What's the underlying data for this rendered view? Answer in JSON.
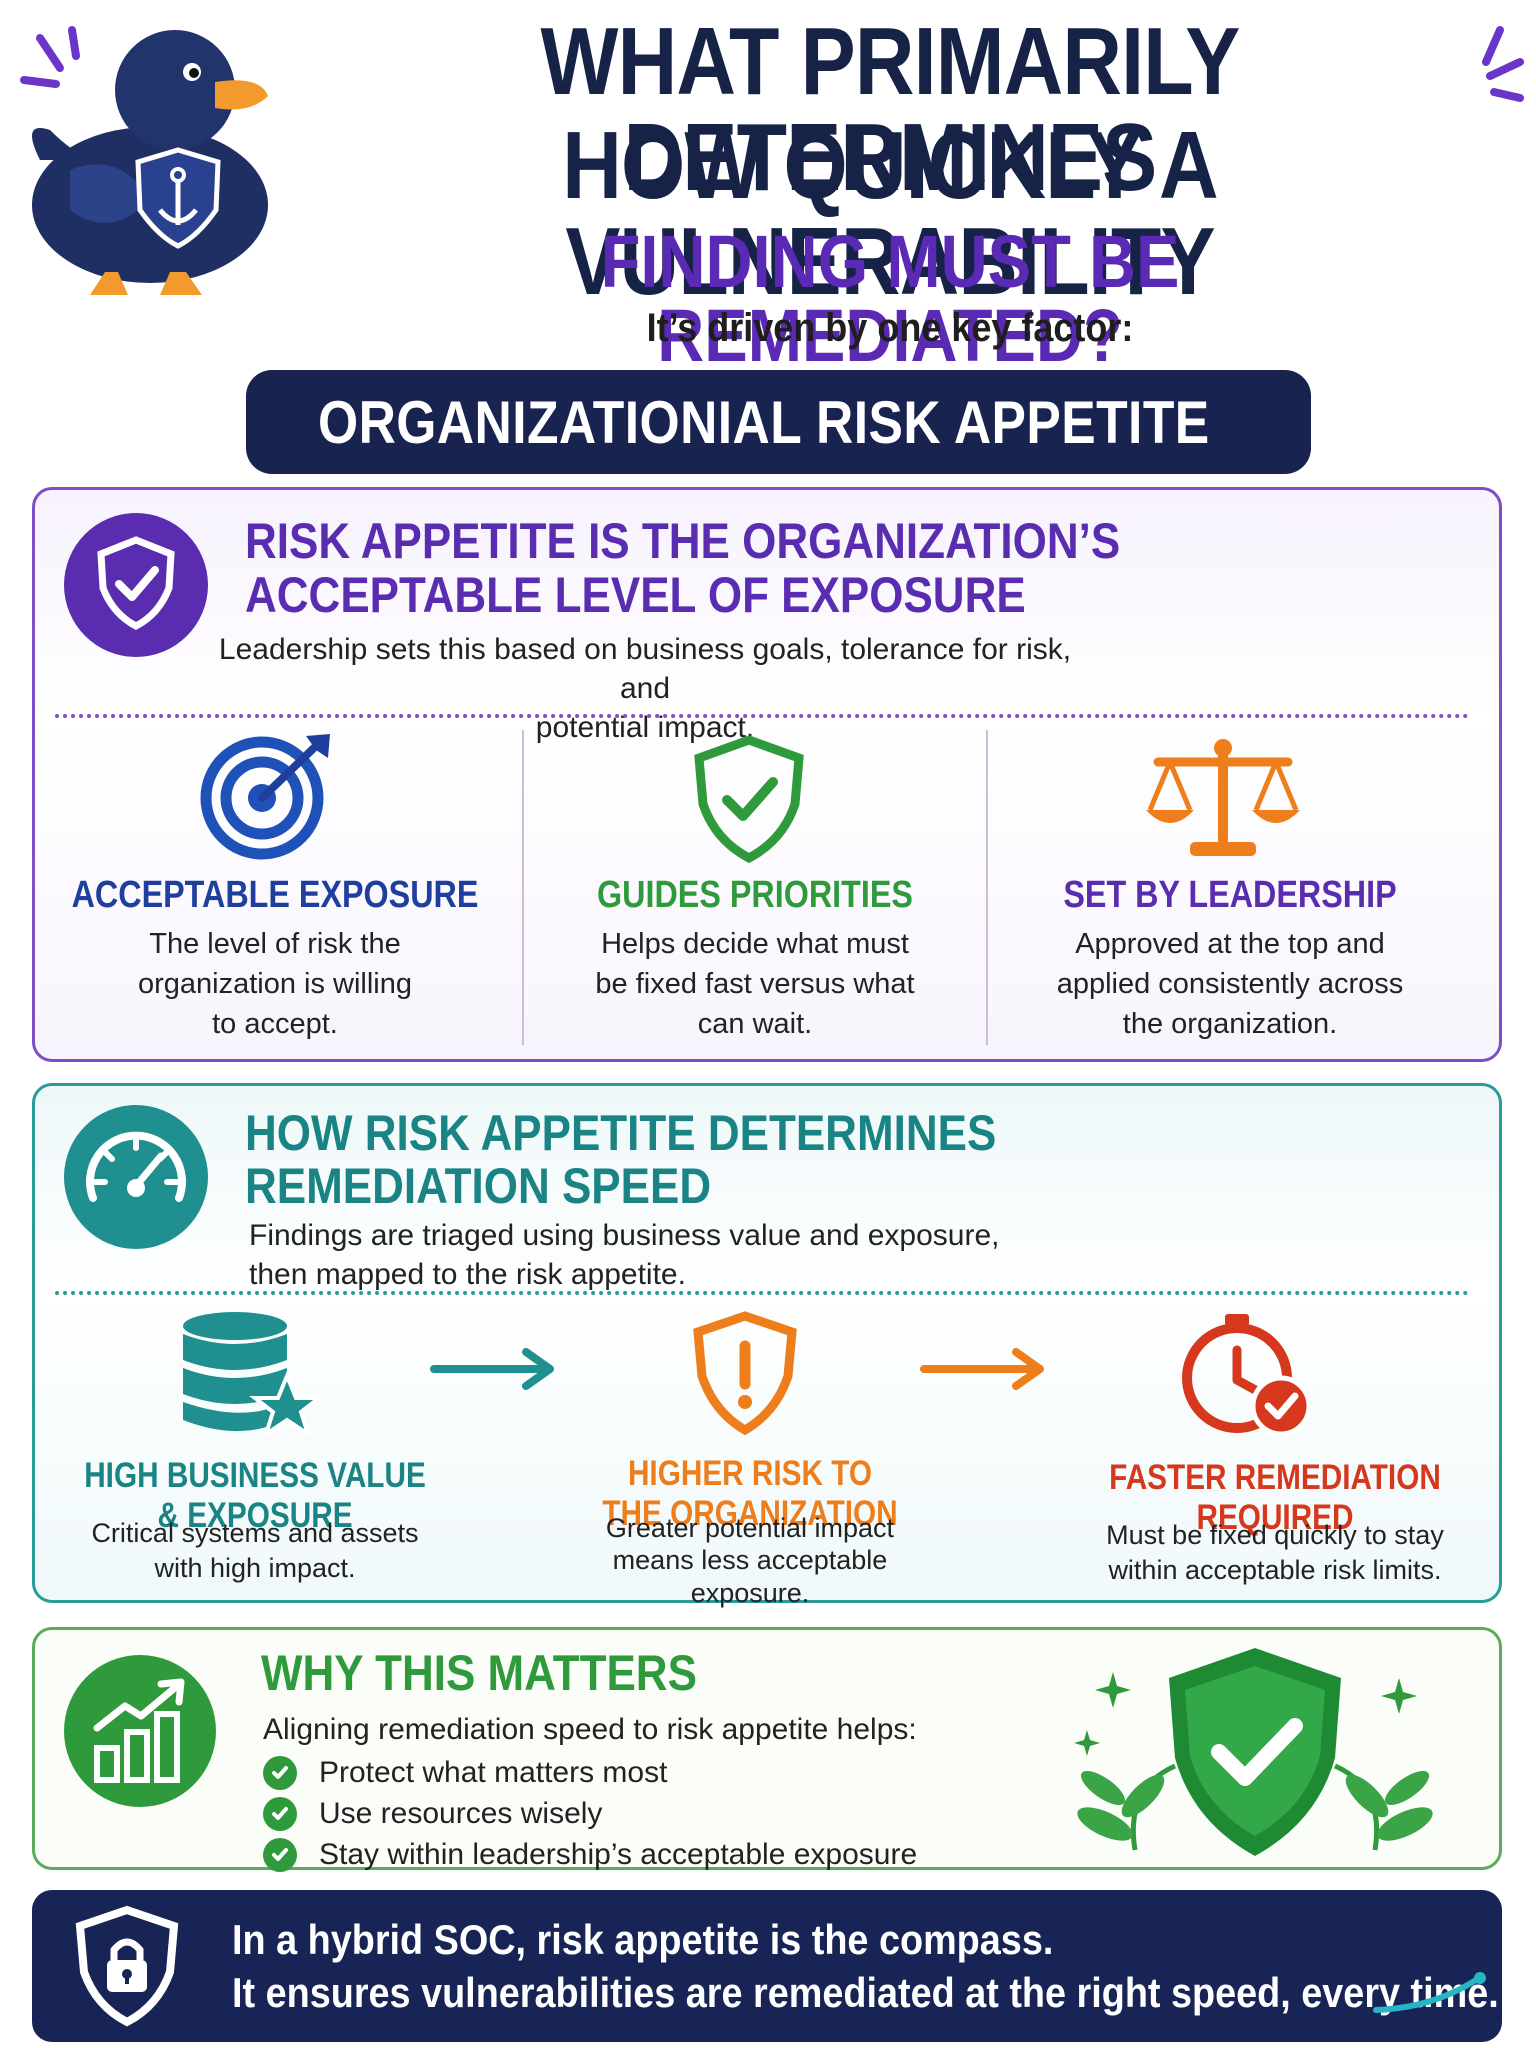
{
  "header": {
    "title_line1": "WHAT PRIMARILY DETERMINES",
    "title_line2": "HOW QUICKLY A VULNERABILITY",
    "title_line3": "FINDING MUST BE REMEDIATED?",
    "subtitle": "It’s driven by one key factor:",
    "key_factor": "ORGANIZATIONIAL RISK APPETITE"
  },
  "section1": {
    "heading_line1": "RISK APPETITE IS THE ORGANIZATION’S",
    "heading_line2": "ACCEPTABLE LEVEL OF EXPOSURE",
    "description_line1": "Leadership sets this based on business goals, tolerance for risk, and",
    "description_line2": "potential impact.",
    "columns": [
      {
        "icon": "target-icon",
        "title": "ACCEPTABLE EXPOSURE",
        "lines": [
          "The level of risk the",
          "organization is willing",
          "to accept."
        ]
      },
      {
        "icon": "shield-check-icon",
        "title": "GUIDES PRIORITIES",
        "lines": [
          "Helps decide what must",
          "be fixed fast versus what",
          "can wait."
        ]
      },
      {
        "icon": "scales-icon",
        "title": "SET BY LEADERSHIP",
        "lines": [
          "Approved at the top and",
          "applied consistently across",
          "the organization."
        ]
      }
    ]
  },
  "section2": {
    "heading_line1": "HOW RISK APPETITE DETERMINES",
    "heading_line2": "REMEDIATION SPEED",
    "description_line1": "Findings are triaged using business value and exposure,",
    "description_line2": "then mapped to the risk appetite.",
    "steps": [
      {
        "icon": "database-star-icon",
        "title_lines": [
          "HIGH BUSINESS VALUE",
          "& EXPOSURE"
        ],
        "lines": [
          "Critical systems and assets",
          "with high impact."
        ]
      },
      {
        "icon": "shield-alert-icon",
        "title_lines": [
          "HIGHER RISK TO",
          "THE ORGANIZATION"
        ],
        "lines": [
          "Greater potential impact",
          "means less acceptable",
          "exposure."
        ]
      },
      {
        "icon": "clock-check-icon",
        "title_lines": [
          "FASTER REMEDIATION",
          "REQUIRED"
        ],
        "lines": [
          "Must be fixed quickly to stay",
          "within acceptable risk limits."
        ]
      }
    ]
  },
  "section3": {
    "heading": "WHY THIS MATTERS",
    "intro": "Aligning remediation speed to risk appetite helps:",
    "items": [
      "Protect what matters most",
      "Use resources wisely",
      "Stay within leadership’s acceptable exposure"
    ]
  },
  "footer": {
    "line1": "In a hybrid SOC, risk appetite is the compass.",
    "line2": "It ensures vulnerabilities are remediated at the right speed, every time."
  },
  "colors": {
    "navy": "#172247",
    "purple": "#5b2ab4",
    "teal": "#1f8f8f",
    "green": "#2f9a3c",
    "orange": "#ee7d1c",
    "red": "#d6381d",
    "blue": "#1f3f9e"
  }
}
